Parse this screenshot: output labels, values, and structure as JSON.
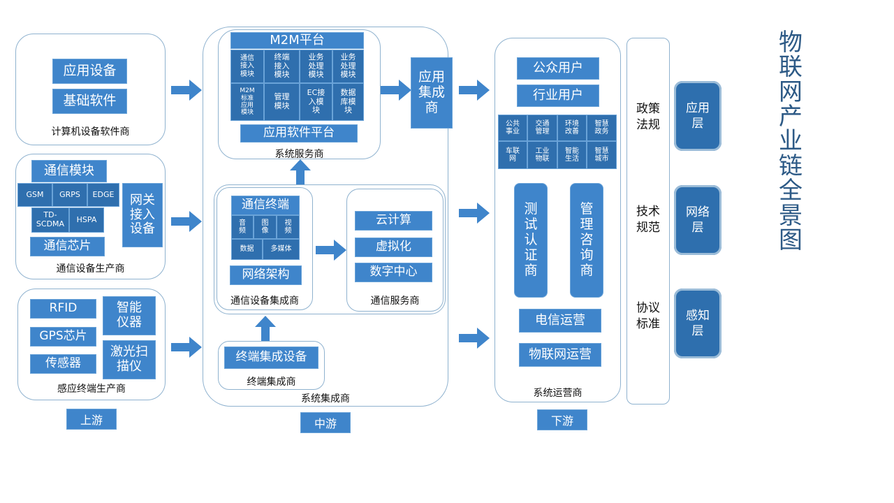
{
  "upstream": {
    "label": "上游",
    "software": {
      "caption": "计算机设备软件商",
      "items": [
        "应用设备",
        "基础软件"
      ]
    },
    "comm_equipment": {
      "caption": "通信设备生产商",
      "module": "通信模块",
      "protocols": [
        "GSM",
        "GRPS",
        "EDGE",
        "TD-\nSCDMA",
        "HSPA"
      ],
      "chip": "通信芯片",
      "gateway": "网关\n接入\n设备"
    },
    "sensing": {
      "caption": "感应终端生产商",
      "items": [
        "RFID",
        "GPS芯片",
        "传感器"
      ],
      "instrument": "智能\n仪器",
      "scanner": "激光扫\n描仪"
    }
  },
  "midstream": {
    "label": "中游",
    "caption": "系统集成商",
    "system_service": {
      "caption": "系统服务商",
      "platform_title": "M2M平台",
      "modules": [
        "通信\n接入\n模块",
        "终端\n接入\n模块",
        "业务\n处理\n模块",
        "业务\n处理\n模块",
        "M2M\n标准\n应用\n模块",
        "管理\n模块",
        "EC接\n入模\n块",
        "数据\n库模\n块"
      ],
      "app_platform": "应用软件平台"
    },
    "app_integration": "应用\n集成\n商",
    "comm_integration": {
      "caption": "通信设备集成商",
      "terminal": "通信终端",
      "media": [
        "音\n频",
        "图\n像",
        "视\n频",
        "数据",
        "多媒体"
      ],
      "network": "网络架构"
    },
    "comm_service": {
      "caption": "通信服务商",
      "items": [
        "云计算",
        "虚拟化",
        "数字中心"
      ]
    },
    "terminal_integration": {
      "caption": "终端集成商",
      "item": "终端集成设备"
    }
  },
  "downstream": {
    "label": "下游",
    "caption": "系统运营商",
    "users": [
      "公众用户",
      "行业用户"
    ],
    "sectors": [
      "公共\n事业",
      "交通\n管理",
      "环境\n改善",
      "智慧\n政务",
      "车联\n网",
      "工业\n物联",
      "智能\n生活",
      "智慧\n城市"
    ],
    "testing": "测\n试\n认\n证\n商",
    "consulting": "管\n理\n咨\n询\n商",
    "operations": [
      "电信运营",
      "物联网运营"
    ]
  },
  "standards": [
    "政策\n法规",
    "技术\n规范",
    "协议\n标准"
  ],
  "layers": [
    "应用\n层",
    "网络\n层",
    "感知\n层"
  ],
  "title": "物联网产业链全景图",
  "colors": {
    "box": "#3f85cb",
    "layer": "#2e6fae",
    "title": "#2d5a86",
    "border": "#8fb2cf"
  }
}
